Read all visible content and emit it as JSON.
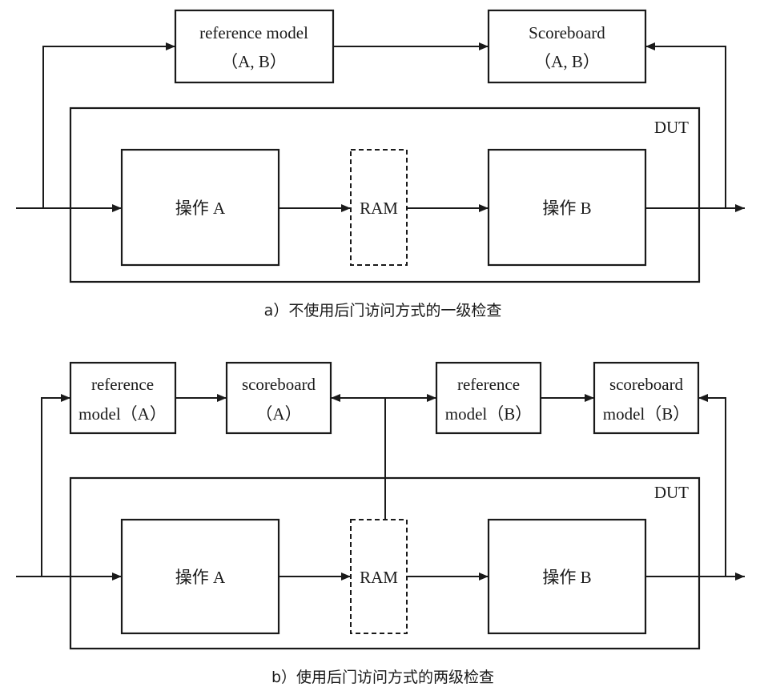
{
  "diagram_a": {
    "reference_model": {
      "line1": "reference model",
      "line2": "（A, B）"
    },
    "scoreboard": {
      "line1": "Scoreboard",
      "line2": "（A, B）"
    },
    "dut_label": "DUT",
    "op_a": "操作 A",
    "ram": "RAM",
    "op_b": "操作 B",
    "caption": "a）不使用后门访问方式的一级检查"
  },
  "diagram_b": {
    "ref_a": {
      "line1": "reference",
      "line2": "model（A）"
    },
    "sb_a": {
      "line1": "scoreboard",
      "line2": "（A）"
    },
    "ref_b": {
      "line1": "reference",
      "line2": "model（B）"
    },
    "sb_b": {
      "line1": "scoreboard",
      "line2": "model（B）"
    },
    "dut_label": "DUT",
    "op_a": "操作 A",
    "ram": "RAM",
    "op_b": "操作 B",
    "caption": "b）使用后门访问方式的两级检查"
  }
}
